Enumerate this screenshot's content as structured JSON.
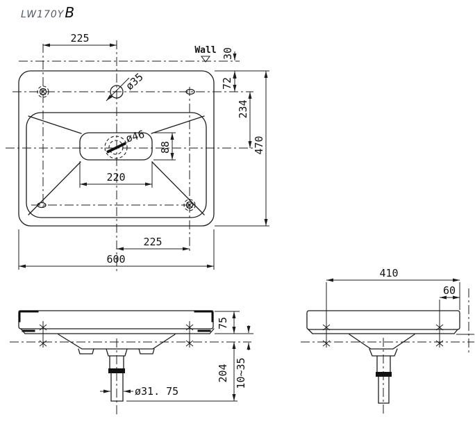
{
  "title": {
    "model": "LW170Y",
    "variant": "B"
  },
  "top_view": {
    "wall_label": "Wall",
    "dim_left_hole_to_center": "225",
    "dim_wall_to_rim": "30",
    "dim_rim_to_faucet_line": "72",
    "dim_faucet_to_drain_line": "234",
    "dim_overall_depth": "470",
    "dim_faucet_hole": "ø35",
    "dim_drain_hole": "ø46",
    "dim_recess_depth": "88",
    "dim_recess_width": "220",
    "dim_center_to_right_hole": "225",
    "dim_overall_width": "600"
  },
  "front_view": {
    "dim_rim_thickness": "75",
    "dim_drain_drop": "204",
    "dim_hanger_adjust": "10~35",
    "dim_tailpipe": "ø31. 75"
  },
  "side_view": {
    "dim_front_bolt_to_rear": "410",
    "dim_rear_bolt_to_rear": "60"
  },
  "line_color": "#1c1c1c"
}
